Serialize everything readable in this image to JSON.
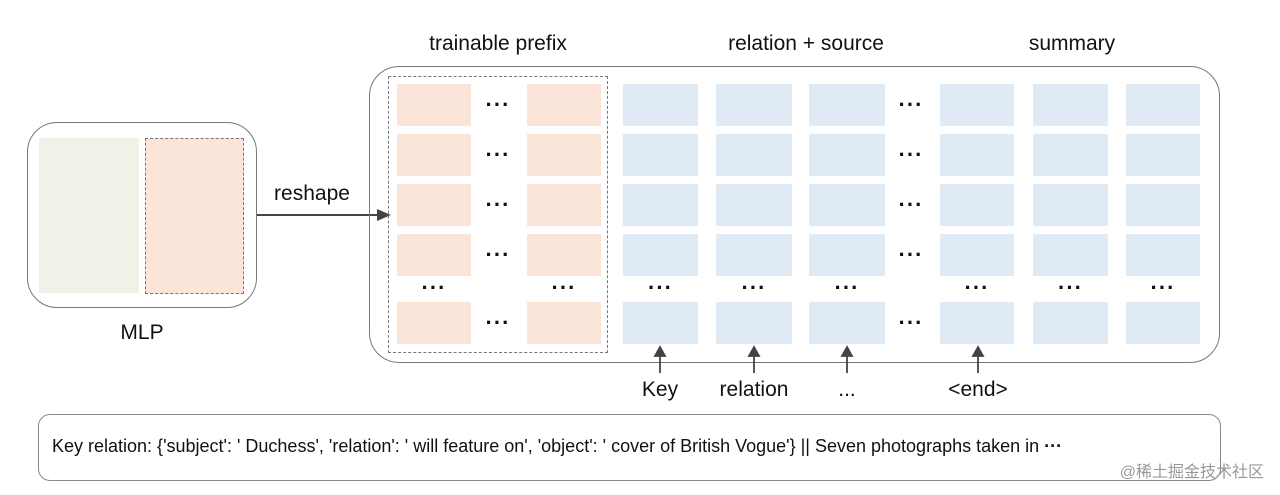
{
  "headers": {
    "prefix": "trainable prefix",
    "relation_source": "relation + source",
    "summary": "summary"
  },
  "mlp_label": "MLP",
  "reshape_label": "reshape",
  "ellipsis": "···",
  "token_labels": {
    "key": "Key",
    "relation": "relation",
    "dots": "...",
    "end": "<end>"
  },
  "example_text": "Key relation: {'subject': ' Duchess', 'relation': ' will feature on', 'object': ' cover of British Vogue'} || Seven photographs taken in",
  "example_trailing": "···",
  "watermark": "@稀土掘金技术社区",
  "colors": {
    "prefix_fill": "#fbe4d8",
    "token_fill": "#dfeaf5",
    "mlp_green": "#eff2e7"
  }
}
